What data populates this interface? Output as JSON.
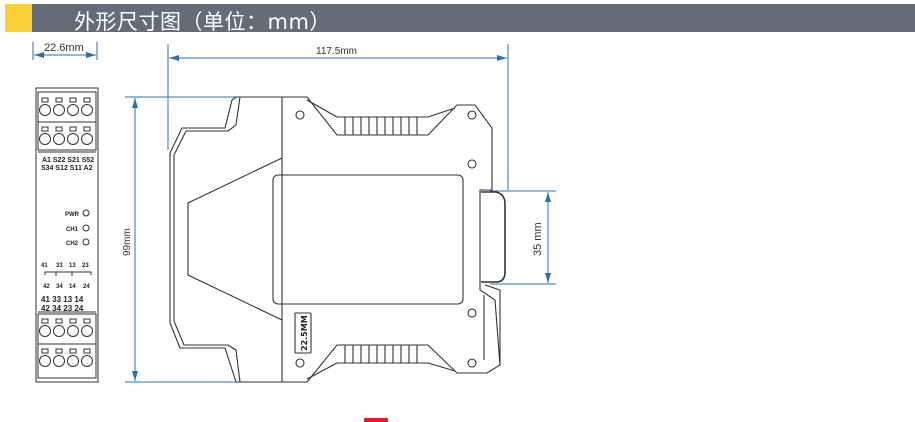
{
  "header": {
    "title": "外形尺寸图（单位：mm）"
  },
  "dimensions": {
    "front_width": "22.6mm",
    "side_length": "117.5mm",
    "height": "99mm",
    "rail": "35 mm"
  },
  "front_panel": {
    "terminals_top_row1": "A1  S22  S21  S52",
    "terminals_top_row2": "S34  S12  S11  A2",
    "leds": [
      "PWR",
      "CH1",
      "CH2"
    ],
    "contacts_top": [
      "41",
      "33",
      "13",
      "23"
    ],
    "contacts_bottom": [
      "42",
      "34",
      "14",
      "24"
    ],
    "terminals_bottom_row1": "41  33  13  14",
    "terminals_bottom_row2": "42  34  23  24"
  },
  "side_label": "22.5MM",
  "colors": {
    "accent": "#fccf36",
    "header": "#676b78",
    "dimension": "#2f6fb0"
  }
}
